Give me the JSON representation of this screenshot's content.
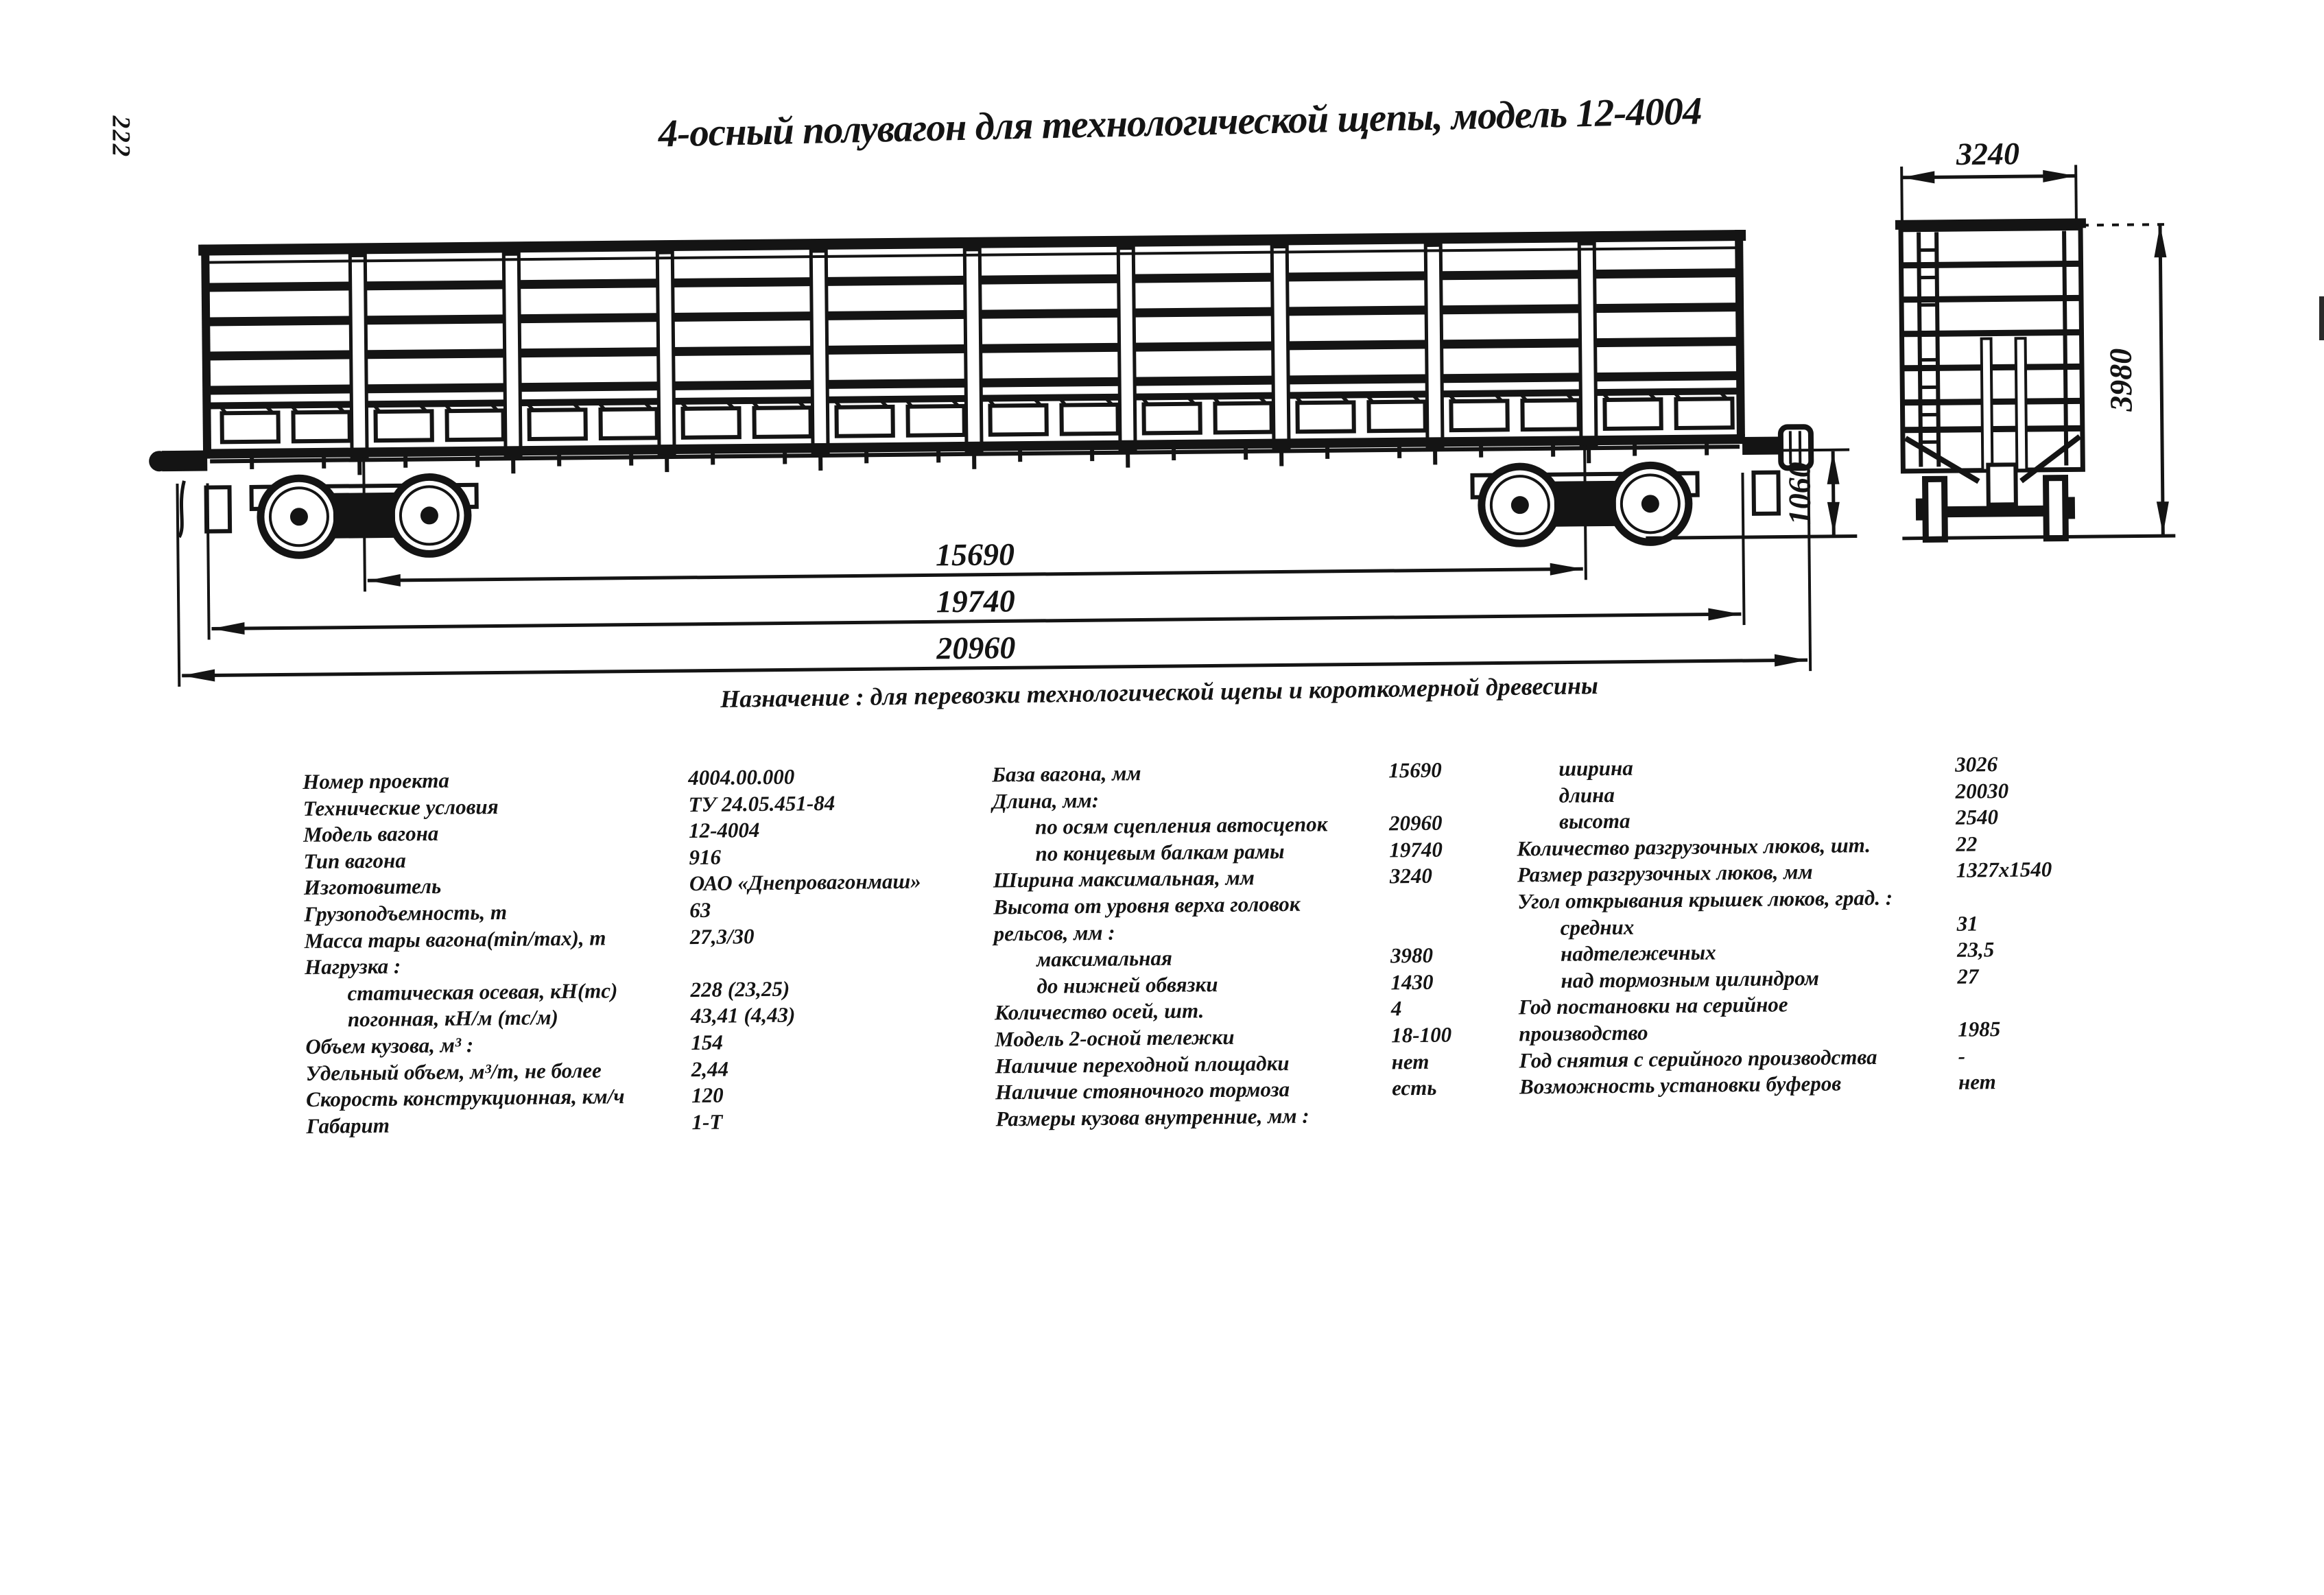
{
  "theme": {
    "ink": "#141414"
  },
  "page_number": "222",
  "title": "4-осный полувагон для технологической щепы, модель 12-4004",
  "purpose": "Назначение : для перевозки технологической щепы и короткомерной древесины",
  "drawing": {
    "side_view": {
      "wheelbase": "15690",
      "frame_length": "19740",
      "coupler_length": "20960",
      "coupler_axis_height": "1060"
    },
    "end_view": {
      "width": "3240",
      "height": "3980"
    }
  },
  "specs": {
    "col1": [
      {
        "label": "Номер проекта",
        "value": "4004.00.000",
        "indent": false
      },
      {
        "label": "Технические условия",
        "value": "ТУ 24.05.451-84",
        "indent": false
      },
      {
        "label": "Модель вагона",
        "value": "12-4004",
        "indent": false
      },
      {
        "label": "Тип вагона",
        "value": "916",
        "indent": false
      },
      {
        "label": "Изготовитель",
        "value": "ОАО «Днепровагонмаш»",
        "indent": false
      },
      {
        "label": "Грузоподъемность, т",
        "value": "63",
        "indent": false
      },
      {
        "label": "Масса тары вагона(min/max), т",
        "value": "27,3/30",
        "indent": false
      },
      {
        "label": "Нагрузка :",
        "value": "",
        "indent": false
      },
      {
        "label": "статическая осевая, кН(тс)",
        "value": "228 (23,25)",
        "indent": true
      },
      {
        "label": "погонная, кН/м (тс/м)",
        "value": "43,41 (4,43)",
        "indent": true
      },
      {
        "label": "Объем кузова, м³ :",
        "value": "154",
        "indent": false
      },
      {
        "label": "Удельный объем, м³/т, не более",
        "value": "2,44",
        "indent": false
      },
      {
        "label": "Скорость конструкционная, км/ч",
        "value": "120",
        "indent": false
      },
      {
        "label": "Габарит",
        "value": "1-Т",
        "indent": false
      }
    ],
    "col2": [
      {
        "label": "База вагона, мм",
        "value": "15690",
        "indent": false
      },
      {
        "label": "Длина, мм:",
        "value": "",
        "indent": false
      },
      {
        "label": "по осям сцепления автосцепок",
        "value": "20960",
        "indent": true
      },
      {
        "label": "по концевым балкам рамы",
        "value": "19740",
        "indent": true
      },
      {
        "label": "Ширина максимальная, мм",
        "value": "3240",
        "indent": false
      },
      {
        "label": "Высота от уровня верха головок",
        "value": "",
        "indent": false
      },
      {
        "label": "рельсов, мм :",
        "value": "",
        "indent": false
      },
      {
        "label": "максимальная",
        "value": "3980",
        "indent": true
      },
      {
        "label": "до нижней обвязки",
        "value": "1430",
        "indent": true
      },
      {
        "label": "Количество осей, шт.",
        "value": "4",
        "indent": false
      },
      {
        "label": "Модель 2-осной тележки",
        "value": "18-100",
        "indent": false
      },
      {
        "label": "Наличие переходной площадки",
        "value": "нет",
        "indent": false
      },
      {
        "label": "Наличие стояночного тормоза",
        "value": "есть",
        "indent": false
      },
      {
        "label": "Размеры кузова внутренние, мм :",
        "value": "",
        "indent": false
      }
    ],
    "col3": [
      {
        "label": "ширина",
        "value": "3026",
        "indent": true
      },
      {
        "label": "длина",
        "value": "20030",
        "indent": true
      },
      {
        "label": "высота",
        "value": "2540",
        "indent": true
      },
      {
        "label": "Количество разгрузочных люков, шт.",
        "value": "22",
        "indent": false
      },
      {
        "label": "Размер разгрузочных люков, мм",
        "value": "1327x1540",
        "indent": false
      },
      {
        "label": "Угол открывания крышек люков, град. :",
        "value": "",
        "indent": false
      },
      {
        "label": "средних",
        "value": "31",
        "indent": true
      },
      {
        "label": "надтележечных",
        "value": "23,5",
        "indent": true
      },
      {
        "label": "над тормозным цилиндром",
        "value": "27",
        "indent": true
      },
      {
        "label": "Год постановки на серийное",
        "value": "",
        "indent": false
      },
      {
        "label": "производство",
        "value": "1985",
        "indent": false
      },
      {
        "label": "Год снятия с серийного производства",
        "value": "-",
        "indent": false
      },
      {
        "label": "Возможность установки буферов",
        "value": "нет",
        "indent": false
      }
    ]
  }
}
